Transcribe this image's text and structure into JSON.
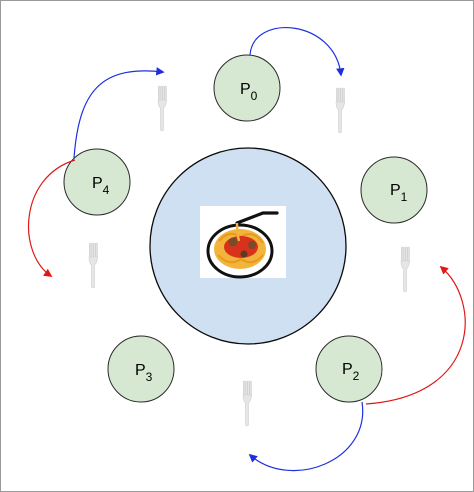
{
  "diagram": {
    "colors": {
      "table_fill": "#cfe0f3",
      "table_stroke": "#0b0b0b",
      "philosopher_fill": "#d6e8d1",
      "philosopher_stroke": "#2b2b2b",
      "arrow_blue": "#1f2fe0",
      "arrow_red": "#e01818",
      "fork": "#e8e8e8"
    },
    "center_icon": "spaghetti-bowl-icon",
    "fork_icon": "fork-icon",
    "philosophers": [
      {
        "id": "p0",
        "letter": "P",
        "index": "0"
      },
      {
        "id": "p1",
        "letter": "P",
        "index": "1"
      },
      {
        "id": "p2",
        "letter": "P",
        "index": "2"
      },
      {
        "id": "p3",
        "letter": "P",
        "index": "3"
      },
      {
        "id": "p4",
        "letter": "P",
        "index": "4"
      }
    ]
  }
}
